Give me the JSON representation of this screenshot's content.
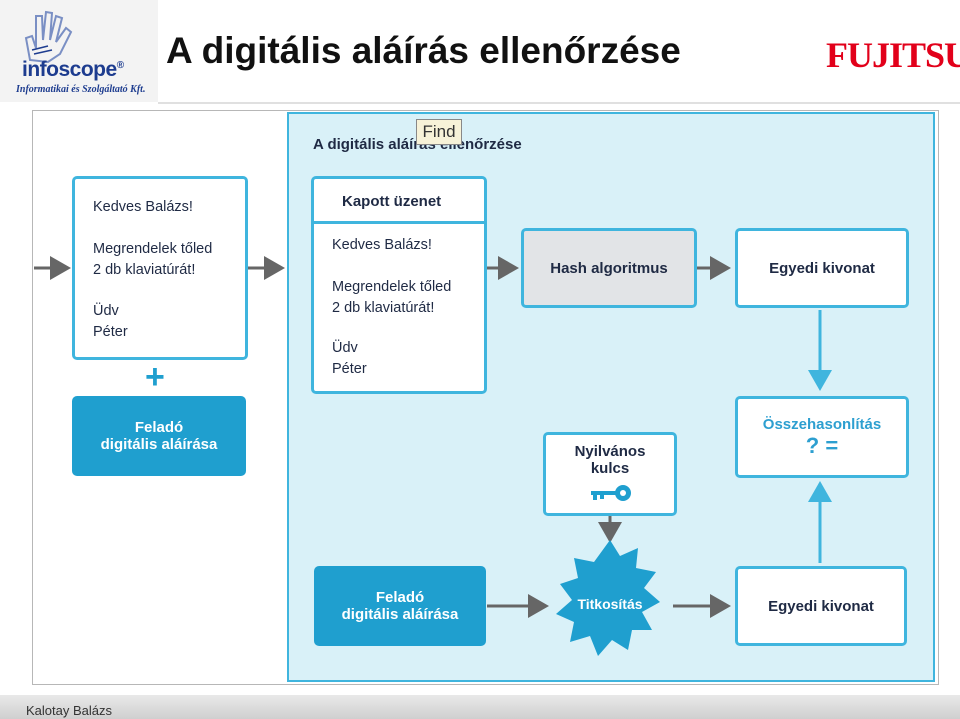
{
  "header": {
    "logo_name": "infoscope",
    "logo_reg": "®",
    "logo_subtitle": "Informatikai és Szolgáltató Kft.",
    "title": "A digitális aláírás ellenőrzése",
    "brand": "FUJITSU"
  },
  "diagram": {
    "panel_title": "A digitális aláírás ellenőrzése",
    "find_label": "Find",
    "original_message": {
      "lines": [
        "Kedves Balázs!",
        "Megrendelek tőled",
        "2 db klaviatúrát!",
        "Üdv",
        "Péter"
      ]
    },
    "plus_sign": "+",
    "sender_signature_left": {
      "line1": "Feladó",
      "line2": "digitális aláírása"
    },
    "received": {
      "header": "Kapott üzenet",
      "lines": [
        "Kedves Balázs!",
        "Megrendelek tőled",
        "2 db klaviatúrát!",
        "Üdv",
        "Péter"
      ]
    },
    "hash_algorithm": "Hash algoritmus",
    "digest_top": "Egyedi kivonat",
    "comparison": {
      "label": "Összehasonlítás",
      "symbol": "? ="
    },
    "public_key": {
      "line1": "Nyilvános",
      "line2": "kulcs"
    },
    "sender_signature_right": {
      "line1": "Feladó",
      "line2": "digitális aláírása"
    },
    "encryption": "Titkosítás",
    "digest_bottom": "Egyedi kivonat"
  },
  "footer": {
    "author": "Kalotay Balázs"
  },
  "colors": {
    "accent": "#3fb5de",
    "dark_box": "#1f9fcf",
    "panel_bg": "#d9f1f8",
    "arrow": "#666666",
    "brand": "#e2001a",
    "logo": "#1d3c8f"
  }
}
